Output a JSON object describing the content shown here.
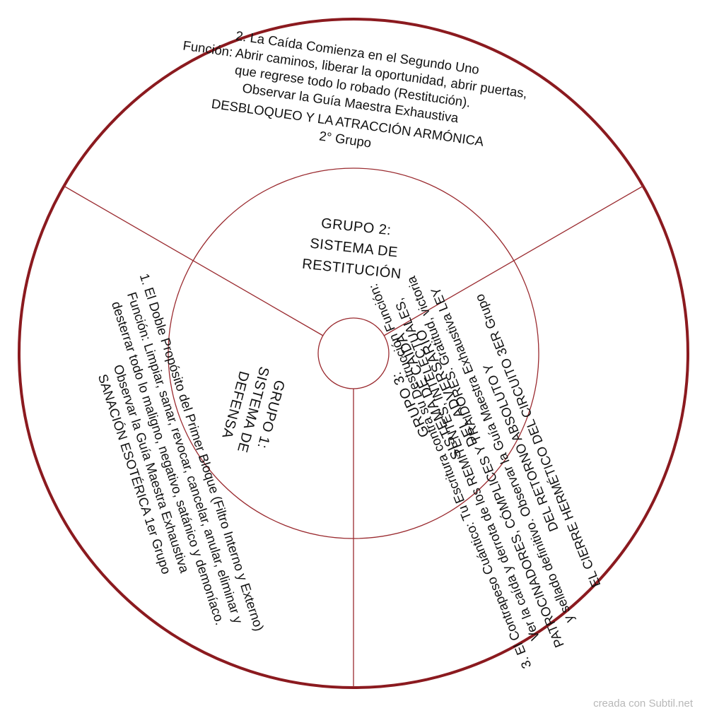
{
  "colors": {
    "ring": "#8b1a1f",
    "divider": "#9a2a2f",
    "text": "#111111",
    "watermark": "#b8b8b8"
  },
  "inner": {
    "group2": [
      "GRUPO 2:",
      "SISTEMA DE",
      "RESTITUCIÓN"
    ],
    "group1": [
      "GRUPO 1:",
      "SISTEMA DE",
      "DEFENSA"
    ],
    "group3": [
      "GRUPO 3:",
      "SISTEMA DE CAÍDA",
      "DEL ADVERSARIO"
    ]
  },
  "outer": {
    "group2": [
      "2. La Caída Comienza en el Segundo Uno",
      "Función: Abrir caminos, liberar la oportunidad, abrir puertas,",
      "que regrese todo lo robado (Restitución).",
      "Observar la Guía Maestra Exhaustiva",
      "DESBLOQUEO Y LA ATRACCIÓN ARMÓNICA",
      "2° Grupo"
    ],
    "group1": [
      "1. El Doble Propósito del Primer Bloque (Filtro Interno y Externo)",
      "Función: Limpiar, sanar, revocar, cancelar, anular, eliminar y",
      "desterrar todo lo maligno, negativo, satánico y demoníaco.",
      "Observar la Guía Maestra Exhaustiva",
      "SANACIÓN ESOTÉRICA 1er Grupo"
    ],
    "group3": [
      "3. El Contrapeso Cuántico: Tu Escritura contra su Destrucción Función:",
      "Ver la caída y derrota de los REMITENTES, INTELECTUALES,",
      "PATROCINADORES, CÓMPLICES Y TRAIDORES. Gratitud, victoria",
      "y sellado definitivo. Observar la Guía Maestra Exhaustiva LEY",
      "DEL RETORNO ABSOLUTO Y",
      "EL CIERRE HERMÉTICO DEL CIRCUITO 3ER Grupo"
    ]
  },
  "watermark": "creada con Subtil.net"
}
